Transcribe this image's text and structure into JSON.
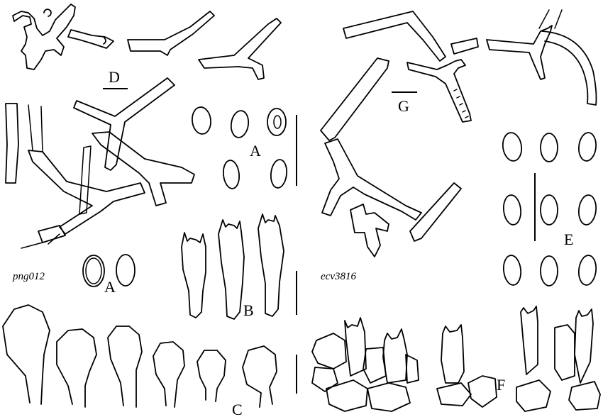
{
  "figure": {
    "panel_labels": {
      "A_top": "A",
      "A_bottom": "A",
      "B": "B",
      "C": "C",
      "D": "D",
      "E": "E",
      "F": "F",
      "G": "G"
    },
    "specimen_codes": {
      "left": "png012",
      "right": "ecv3816"
    },
    "colors": {
      "ink": "#000000",
      "background": "#ffffff"
    }
  }
}
